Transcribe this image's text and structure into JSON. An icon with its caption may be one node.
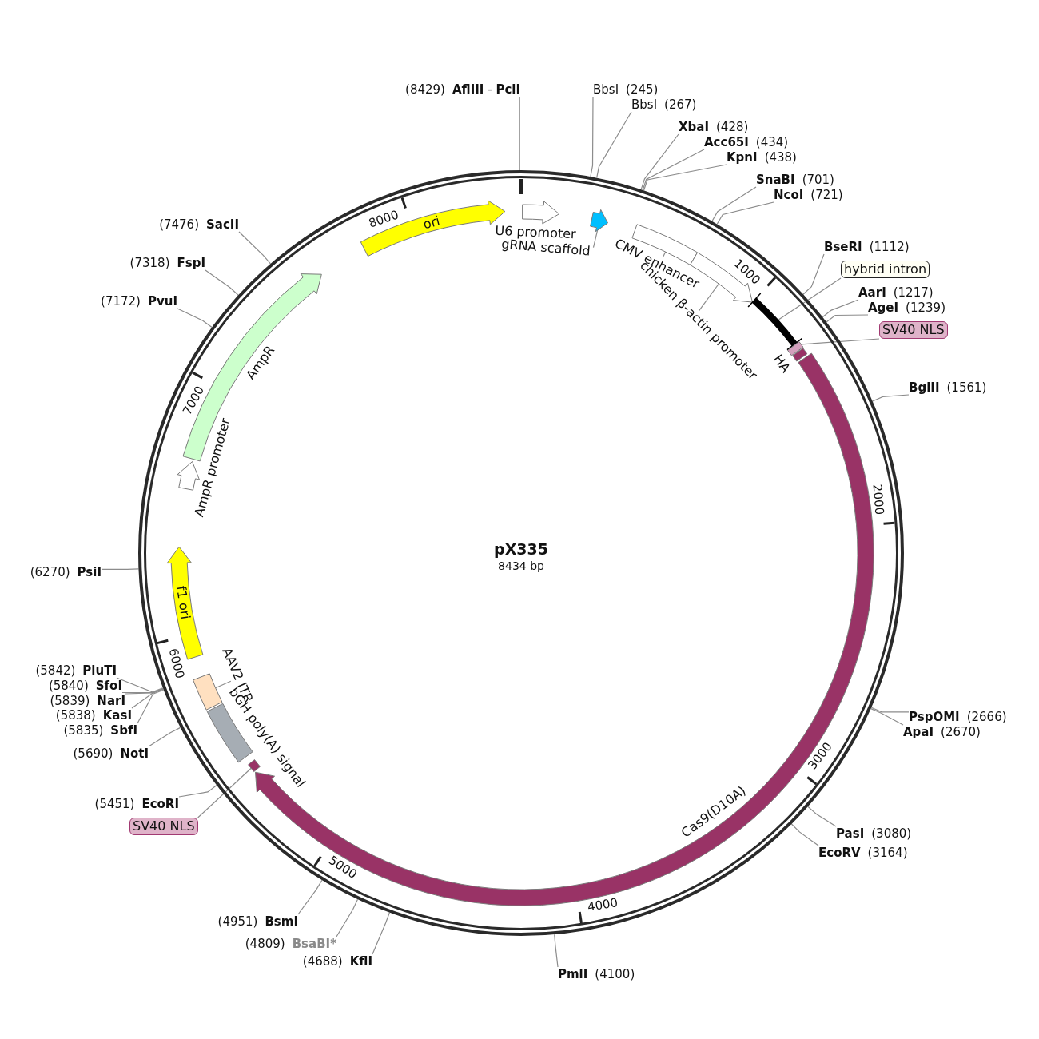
{
  "diagram": {
    "title": "pX335",
    "nodes": [
      {
        "text": [],
        "shape": "circle"
      },
      {
        "text": [
          "(8429)",
          "**AflIII** - **PciI**"
        ]
      },
      {
        "text": [
          "BbsI",
          "(245)"
        ]
      },
      {
        "text": [
          "BbsI",
          "(267)"
        ]
      },
      {
        "text": [
          "XbaI",
          "(428)"
        ]
      },
      {
        "text": [
          "Acc65I",
          "(434)"
        ]
      },
      {
        "text": [
          "KpnI",
          "(438)"
        ]
      },
      {
        "text": [
          "SnaBI",
          "(701)"
        ]
      },
      {
        "text": [
          "NcoI",
          "(721)"
        ]
      },
      {
        "text": [
          "BseRI",
          "(1112)"
        ]
      },
      {
        "text": [
          "hybrid intron"
        ]
      },
      {
        "text": [
          "AarI",
          "(1217)"
        ]
      },
      {
        "text": [
          "AgeI",
          "(1239)"
        ]
      },
      {
        "text": [
          "SV40 NLS"
        ]
      },
      {
        "text": [
          "BglII",
          "(1561)"
        ]
      },
      {
        "text": [
          "PspOMI",
          "(2666)"
        ]
      },
      {
        "text": [
          "ApaI",
          "(2670)"
        ]
      },
      {
        "text": [
          "PasI",
          "(3080)"
        ]
      },
      {
        "text": [
          "EcoRV",
          "(3164)"
        ]
      },
      {
        "text": [
          "PmlI",
          "(4100)"
        ]
      },
      {
        "text": [
          "(4688)",
          "KflI"
        ]
      },
      {
        "text": [
          "(4809)",
          "BsaBI*"
        ]
      },
      {
        "text": [
          "(4951)",
          "BsmI"
        ]
      },
      {
        "text": [
          "(5451)",
          "EcoRI"
        ]
      },
      {
        "text": [
          "SV40 NLS"
        ]
      },
      {
        "text": [
          "(5690)",
          "NotI"
        ]
      },
      {
        "text": [
          "(5835)",
          "SbfI"
        ]
      },
      {
        "text": [
          "(5838)",
          "KasI"
        ]
      },
      {
        "text": [
          "(5839)",
          "NarI"
        ]
      },
      {
        "text": [
          "(5840)",
          "SfoI"
        ]
      },
      {
        "text": [
          "(5842)",
          "PluTI"
        ]
      },
      {
        "text": [
          "(6270)",
          "PsiI"
        ]
      },
      {
        "text": [
          "(7172)",
          "PvuI"
        ]
      },
      {
        "text": [
          "(7318)",
          "FspI"
        ]
      },
      {
        "text": [
          "(7476)",
          "SacII"
        ]
      },
      {
        "text": [
          "ori"
        ],
        "in": 0
      },
      {
        "text": [
          "U6 promoter"
        ],
        "in": 0
      },
      {
        "text": [
          "gRNA scaffold"
        ],
        "in": 0
      },
      {
        "text": [],
        "shape": "arrow",
        "in": 0
      },
      {
        "text": [
          "CMV enhancer"
        ],
        "in": 0
      },
      {
        "text": [
          "chicken β-actin promoter"
        ],
        "in": 0
      },
      {
        "text": [],
        "shape": "box",
        "in": 0
      },
      {
        "text": [],
        "shape": "arrow",
        "in": 0
      },
      {
        "text": [],
        "shape": "bar",
        "in": 0
      },
      {
        "text": [],
        "shape": "box",
        "in": 0
      },
      {
        "text": [
          "HA"
        ],
        "in": 0
      },
      {
        "text": [
          "Cas9(D10A)"
        ],
        "in": 0
      },
      {
        "text": [],
        "shape": "box",
        "in": 0
      },
      {
        "text": [
          "bGH poly(A) signal"
        ],
        "in": 0
      },
      {
        "text": [
          "AAV2 ITR"
        ],
        "in": 0
      },
      {
        "text": [],
        "shape": "box",
        "in": 0
      },
      {
        "text": [
          "f1 ori"
        ],
        "in": 0
      },
      {
        "text": [
          "AmpR promoter"
        ],
        "in": 0
      },
      {
        "text": [
          "AmpR"
        ],
        "in": 0
      }
    ],
    "edges": [
      {
        "from": 1,
        "to": 0,
        "arrow": "none"
      },
      {
        "from": 2,
        "to": 0,
        "arrow": "none"
      },
      {
        "from": 3,
        "to": 0,
        "arrow": "none"
      },
      {
        "from": 4,
        "to": 0,
        "arrow": "none"
      },
      {
        "from": 5,
        "to": 0,
        "arrow": "none"
      },
      {
        "from": 6,
        "to": 0,
        "arrow": "none"
      },
      {
        "from": 7,
        "to": 0,
        "arrow": "none"
      },
      {
        "from": 8,
        "to": 0,
        "arrow": "none"
      },
      {
        "from": 9,
        "to": 0,
        "arrow": "none"
      },
      {
        "from": 11,
        "to": 0,
        "arrow": "none"
      },
      {
        "from": 12,
        "to": 0,
        "arrow": "none"
      },
      {
        "from": 14,
        "to": 0,
        "arrow": "none"
      },
      {
        "from": 15,
        "to": 0,
        "arrow": "none"
      },
      {
        "from": 16,
        "to": 0,
        "arrow": "none"
      },
      {
        "from": 17,
        "to": 0,
        "arrow": "none"
      },
      {
        "from": 18,
        "to": 0,
        "arrow": "none"
      },
      {
        "from": 19,
        "to": 0,
        "arrow": "none"
      },
      {
        "from": 20,
        "to": 0,
        "arrow": "none"
      },
      {
        "from": 21,
        "to": 0,
        "arrow": "none"
      },
      {
        "from": 22,
        "to": 0,
        "arrow": "none"
      },
      {
        "from": 23,
        "to": 0,
        "arrow": "none"
      },
      {
        "from": 25,
        "to": 0,
        "arrow": "none"
      },
      {
        "from": 26,
        "to": 0,
        "arrow": "none"
      },
      {
        "from": 27,
        "to": 0,
        "arrow": "none"
      },
      {
        "from": 28,
        "to": 0,
        "arrow": "none"
      },
      {
        "from": 29,
        "to": 0,
        "arrow": "none"
      },
      {
        "from": 30,
        "to": 0,
        "arrow": "none"
      },
      {
        "from": 31,
        "to": 0,
        "arrow": "none"
      },
      {
        "from": 32,
        "to": 0,
        "arrow": "none"
      },
      {
        "from": 33,
        "to": 0,
        "arrow": "none"
      },
      {
        "from": 34,
        "to": 0,
        "arrow": "none"
      },
      {
        "from": 10,
        "to": 43,
        "arrow": "none"
      },
      {
        "from": 13,
        "to": 44,
        "arrow": "none"
      },
      {
        "from": 24,
        "to": 47,
        "arrow": "none"
      },
      {
        "from": 37,
        "to": 38,
        "arrow": "none"
      },
      {
        "from": 39,
        "to": 41,
        "arrow": "none"
      },
      {
        "from": 40,
        "to": 42,
        "arrow": "none"
      },
      {
        "from": 49,
        "to": 50,
        "arrow": "none"
      }
    ],
    "labels": [
      "1000",
      "2000",
      "3000",
      "4000",
      "5000",
      "6000",
      "7000",
      "8000",
      "8434 bp"
    ]
  }
}
